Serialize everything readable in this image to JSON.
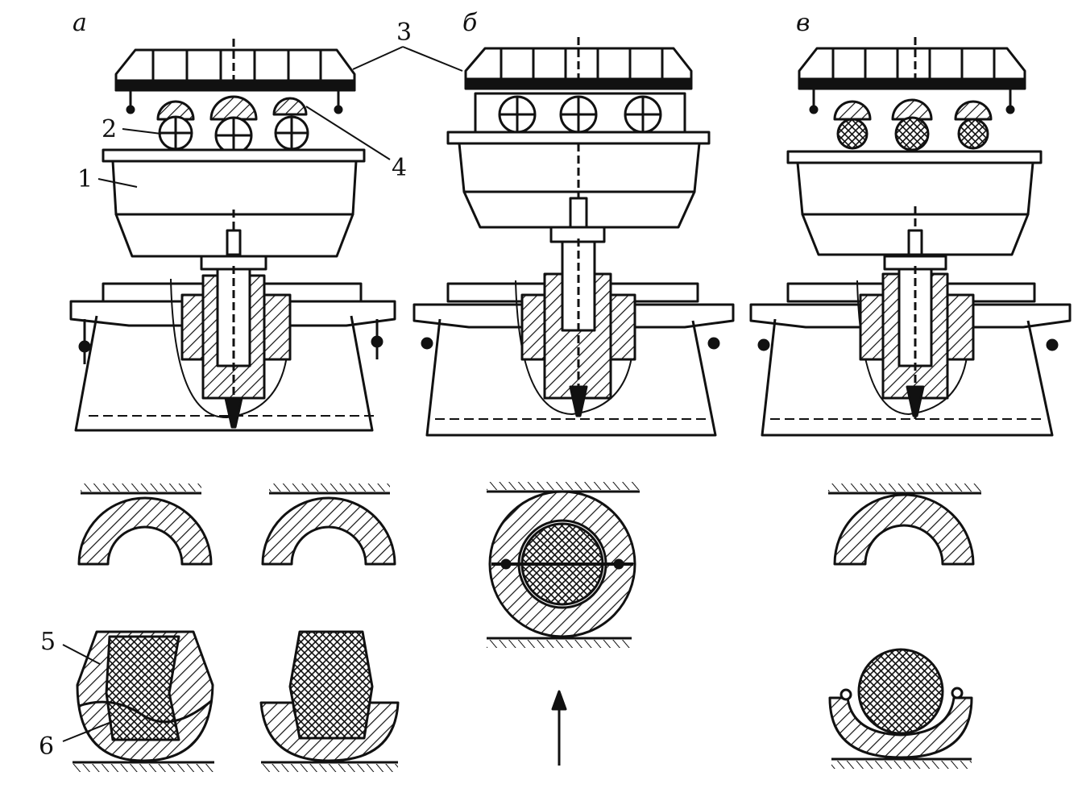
{
  "panels": [
    {
      "id": "a",
      "label": "а"
    },
    {
      "id": "b",
      "label": "б"
    },
    {
      "id": "v",
      "label": "в"
    }
  ],
  "callouts": [
    {
      "id": "1",
      "label": "1"
    },
    {
      "id": "2",
      "label": "2"
    },
    {
      "id": "3",
      "label": "3"
    },
    {
      "id": "4",
      "label": "4"
    },
    {
      "id": "5",
      "label": "5"
    },
    {
      "id": "6",
      "label": "6"
    }
  ],
  "colors": {
    "ink": "#111111",
    "paper": "#ffffff"
  }
}
